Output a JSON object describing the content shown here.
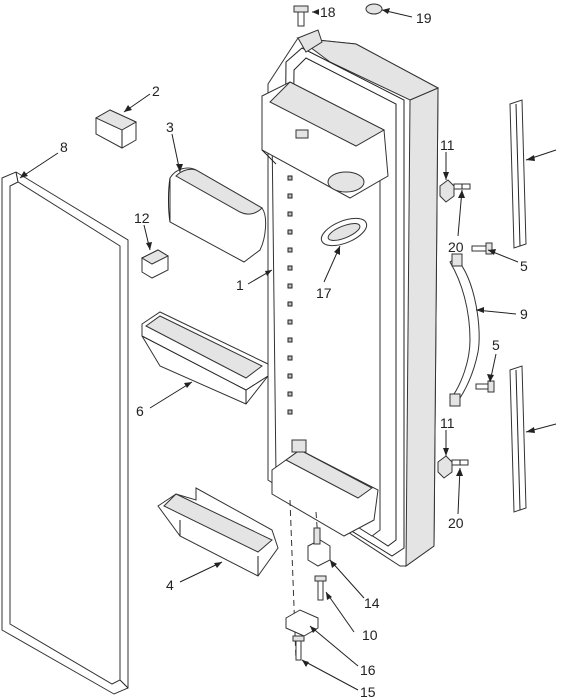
{
  "callouts": [
    {
      "id": "c18",
      "text": "18"
    },
    {
      "id": "c19",
      "text": "19"
    },
    {
      "id": "c2",
      "text": "2"
    },
    {
      "id": "c8",
      "text": "8"
    },
    {
      "id": "c3",
      "text": "3"
    },
    {
      "id": "c11a",
      "text": "11"
    },
    {
      "id": "c12",
      "text": "12"
    },
    {
      "id": "c20a",
      "text": "20"
    },
    {
      "id": "c5a",
      "text": "5"
    },
    {
      "id": "c1",
      "text": "1"
    },
    {
      "id": "c17",
      "text": "17"
    },
    {
      "id": "c9",
      "text": "9"
    },
    {
      "id": "c5b",
      "text": "5"
    },
    {
      "id": "c6",
      "text": "6"
    },
    {
      "id": "c11b",
      "text": "11"
    },
    {
      "id": "c20b",
      "text": "20"
    },
    {
      "id": "c4",
      "text": "4"
    },
    {
      "id": "c14",
      "text": "14"
    },
    {
      "id": "c10",
      "text": "10"
    },
    {
      "id": "c16",
      "text": "16"
    },
    {
      "id": "c15",
      "text": "15"
    }
  ]
}
